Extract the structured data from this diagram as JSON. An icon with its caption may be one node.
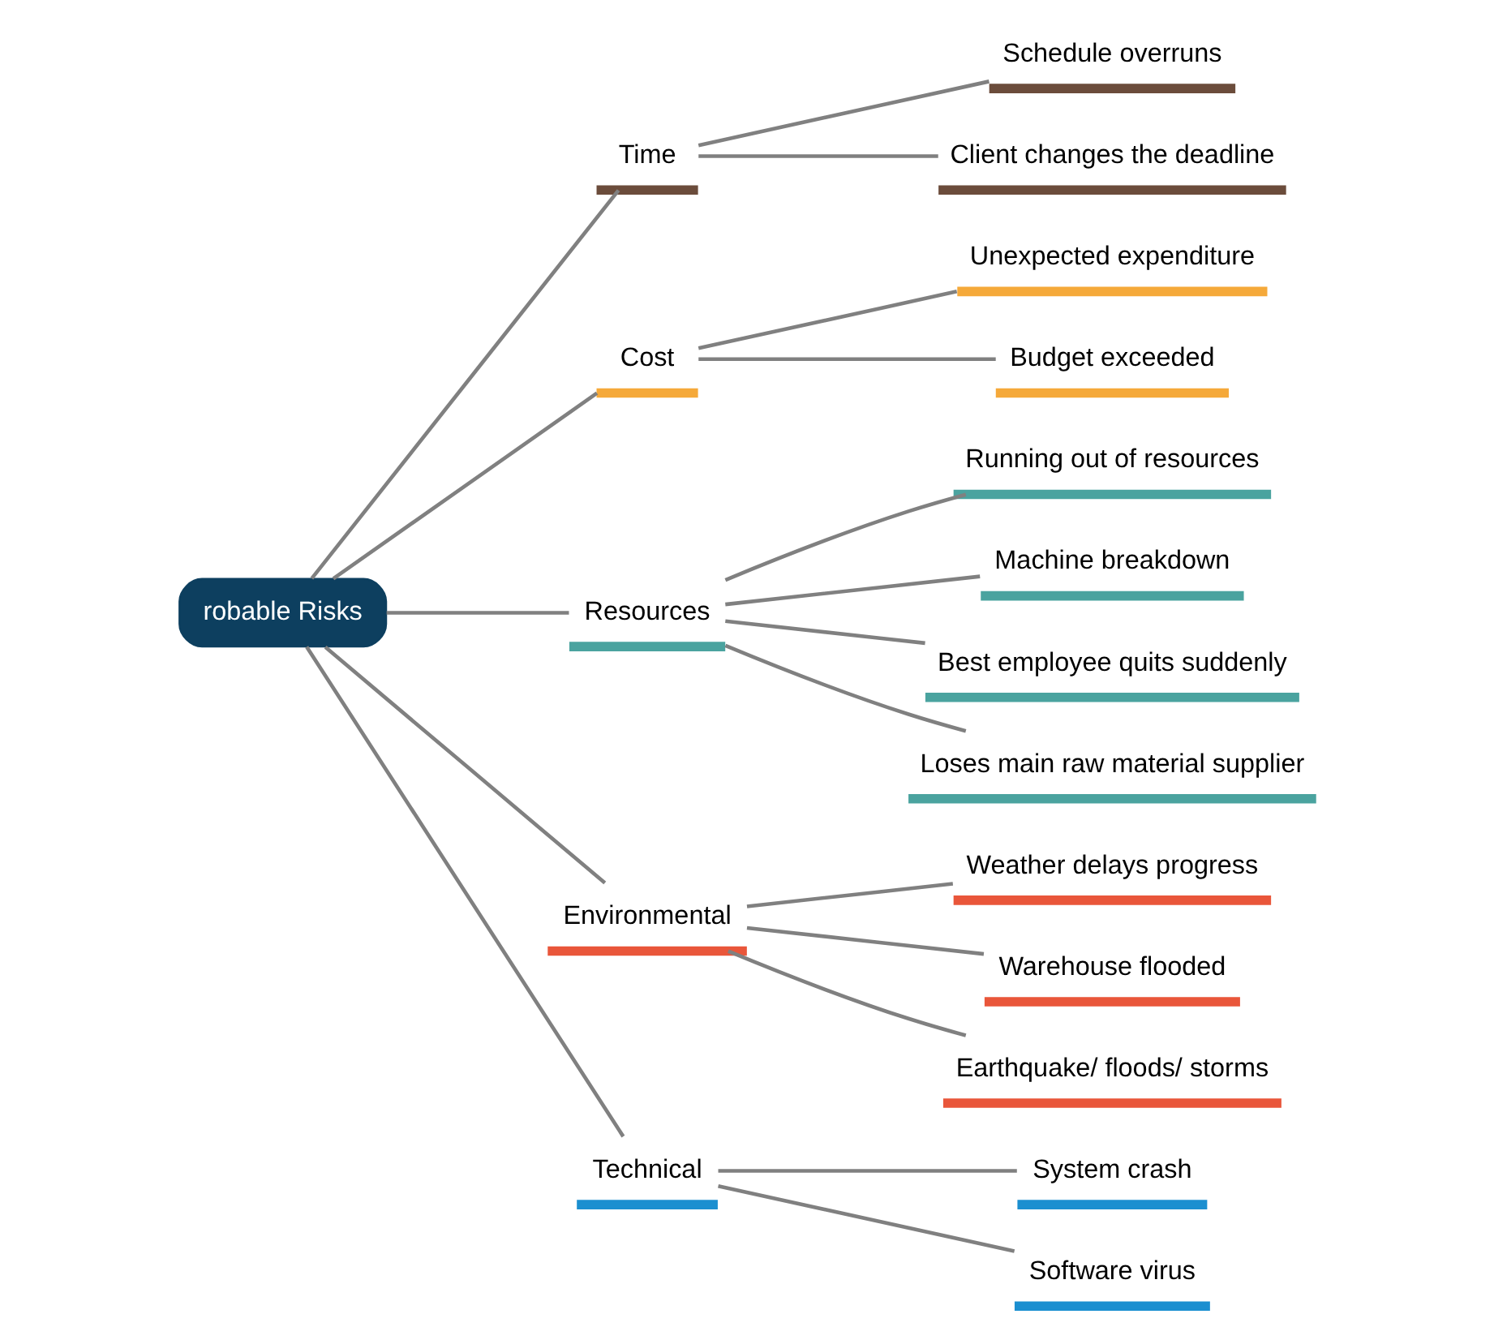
{
  "diagram": {
    "nodes": [
      {
        "text": [
          "robable Risks"
        ]
      },
      {
        "text": [
          "Time"
        ]
      },
      {
        "text": [
          "Schedule overruns"
        ]
      },
      {
        "text": [
          "Client changes the deadline"
        ]
      },
      {
        "text": [
          "Cost"
        ]
      },
      {
        "text": [
          "Unexpected expenditure"
        ]
      },
      {
        "text": [
          "Budget exceeded"
        ]
      },
      {
        "text": [
          "Resources"
        ]
      },
      {
        "text": [
          "Running out of resources"
        ]
      },
      {
        "text": [
          "Machine breakdown"
        ]
      },
      {
        "text": [
          "Best employee quits suddenly"
        ]
      },
      {
        "text": [
          "Loses main raw material supplier"
        ]
      },
      {
        "text": [
          "Environmental"
        ]
      },
      {
        "text": [
          "Weather delays progress"
        ]
      },
      {
        "text": [
          "Warehouse flooded"
        ]
      },
      {
        "text": [
          "Earthquake/ floods/ storms"
        ]
      },
      {
        "text": [
          "Technical"
        ]
      },
      {
        "text": [
          "System crash"
        ]
      },
      {
        "text": [
          "Software virus"
        ]
      }
    ],
    "edges": [
      {
        "from": 0,
        "to": 1,
        "arrow": "none"
      },
      {
        "from": 1,
        "to": 2,
        "arrow": "none"
      },
      {
        "from": 1,
        "to": 3,
        "arrow": "none"
      },
      {
        "from": 0,
        "to": 4,
        "arrow": "none"
      },
      {
        "from": 4,
        "to": 5,
        "arrow": "none"
      },
      {
        "from": 4,
        "to": 6,
        "arrow": "none"
      },
      {
        "from": 0,
        "to": 7,
        "arrow": "none"
      },
      {
        "from": 7,
        "to": 8,
        "arrow": "none"
      },
      {
        "from": 7,
        "to": 9,
        "arrow": "none"
      },
      {
        "from": 7,
        "to": 10,
        "arrow": "none"
      },
      {
        "from": 7,
        "to": 11,
        "arrow": "none"
      },
      {
        "from": 0,
        "to": 12,
        "arrow": "none"
      },
      {
        "from": 12,
        "to": 13,
        "arrow": "none"
      },
      {
        "from": 12,
        "to": 14,
        "arrow": "none"
      },
      {
        "from": 12,
        "to": 15,
        "arrow": "none"
      },
      {
        "from": 0,
        "to": 16,
        "arrow": "none"
      },
      {
        "from": 16,
        "to": 17,
        "arrow": "none"
      },
      {
        "from": 16,
        "to": 18,
        "arrow": "none"
      }
    ]
  }
}
